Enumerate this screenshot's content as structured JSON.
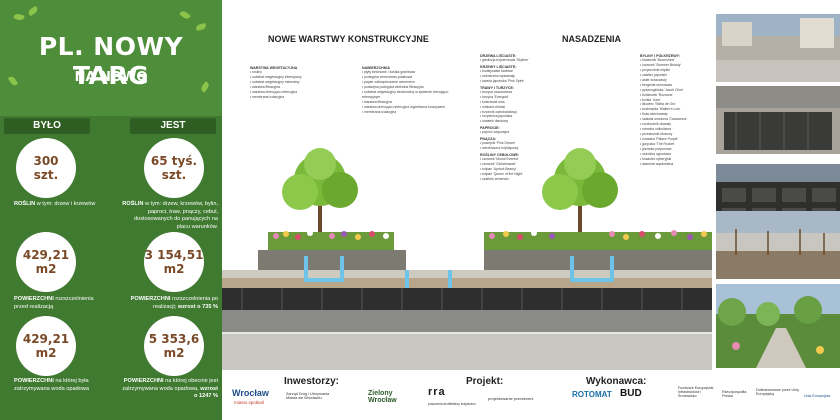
{
  "left": {
    "title": "PL. NOWY TARG",
    "subtitle": "NA NOWO",
    "col_before": "BYŁO",
    "col_now": "JEST",
    "rows": [
      {
        "before_value": "300",
        "before_unit": "szt.",
        "before_desc_bold": "ROŚLIN",
        "before_desc": " w tym: drzew i krzewów",
        "now_value": "65 tyś.",
        "now_unit": "szt.",
        "now_desc_bold": "ROŚLIN",
        "now_desc": " w tym: drzew, krzewów, bylin, paproci, traw, pnączy, cebul, dostosowanych do panujących na placu warunków."
      },
      {
        "before_value": "429,21",
        "before_unit": "m2",
        "before_desc_bold": "POWIERZCHNI",
        "before_desc": " rozszczelnienia przed realizacją",
        "now_value": "3 154,51",
        "now_unit": "m2",
        "now_desc_bold": "POWIERZCHNI",
        "now_desc": " rozszczelnienia po realizacji; ",
        "now_desc_end": "wzrost o 735 %"
      },
      {
        "before_value": "429,21",
        "before_unit": "m2",
        "before_desc_bold": "POWIERZCHNI",
        "before_desc": " na której  była zatrzymywana woda opadowa",
        "now_value": "5 353,6",
        "now_unit": "m2",
        "now_desc_bold": "POWIERZCHNI",
        "now_desc": " na której obecnie jest zatrzymywana woda opadowa, ",
        "now_desc_end": "wzrost o 1247 %"
      }
    ]
  },
  "middle": {
    "head_layers": "NOWE WARSTWY KONSTRUKCYJNE",
    "head_plants": "NASADZENIA",
    "layers_veg_title": "WARSTWA WEGETACYJNA",
    "layers_veg": [
      "rośliny",
      "substrat wegetacyjny intensywny",
      "substrat wegetacyjny mineralny",
      "warstwa filtracyjna",
      "warstwa drenująco-retencyjna",
      "membrana izolacyjna"
    ],
    "layers_paving_title": "NAWIERZCHNIA",
    "layers_paving": [
      "płyty betonowe / kostka granitowa",
      "podsypka cementowo-piaskowa",
      "papier zabezpieczenie cementem",
      "podwójna podsypka włóknina filtracyjna",
      "substrat wegetacyjny strukturalny w systemie drenująco-retencyjnym",
      "warstwa filtracyjna",
      "warstwa drenująco-retencyjna wypełniona kruszywem",
      "membrana izolacyjna"
    ],
    "plants_trees_title": "DRZEWA LIŚCIASTE:",
    "plants_trees": [
      "glediczja trójcierniowa 'Skyline'"
    ],
    "plants_shrubs_title": "KRZEWY LIŚCIASTE:",
    "plants_shrubs": [
      "budlejowate karłowe",
      "ostrokrzew wystawały",
      "tawuła japońska 'Pink Spire'"
    ],
    "plants_grass_title": "TRAWY I TURZYCE:",
    "plants_grass": [
      "turzyca oszukańcza",
      "turzyca 'Evergold'",
      "kostrzewa sina",
      "miskant chiński",
      "trzcinnik ostrokwiatowy",
      "rozplenica japońska",
      "śmiałek darniowy"
    ],
    "plants_fern_title": "PAPROCIE:",
    "plants_fern": [
      "paproć zwyczajna"
    ],
    "plants_vines_title": "PNĄCZA:",
    "plants_vines": [
      "powojnik 'Pink Dream'",
      "winobluszcz trójklapowy"
    ],
    "plants_bulbs_title": "ROŚLINY CEBULOWE:",
    "plants_bulbs": [
      "czosnek 'Mount Everest'",
      "czosnek 'Globemaster'",
      "tulipan 'Apricot Beauty'",
      "tulipan 'Queen of the Night'",
      "szafirek armeński"
    ],
    "perennials_title": "BYLINY I PÓŁKRZEWY:",
    "perennials": [
      "krwawnik 'Moonshine'",
      "czosnek 'Summer Beauty'",
      "przywrotnik miękki",
      "zawilec japoński",
      "aster krzaczasty",
      "bergenia sercowata",
      "pysznogłówka 'Jacob Cline'",
      "bodziszek 'Rozanne'",
      "funkia 'June'",
      "liliowiec 'Stella de Oro'",
      "kocimiętka 'Walker's Low'",
      "floks wiechowaty",
      "szałwia omszona 'Caradonna'",
      "rozchodnik okazały",
      "rutewka orlikolistna",
      "przetacznik kłosowy",
      "żurawka 'Palace Purple'",
      "języczka 'The Rocket'",
      "jeżówka purpurowa",
      "ostróżka ogrodowa",
      "kosaciec syberyjski",
      "lawenda wąskolistna"
    ]
  },
  "footer": {
    "investors_label": "Inwestorzy:",
    "project_label": "Projekt:",
    "contractor_label": "Wykonawca:",
    "logo_wroclaw": "Wrocław",
    "logo_wroclaw_sub": "miasto spotkań",
    "logo_zdm": "Zarząd Dróg i Utrzymania Miasta we Wrocławiu",
    "logo_zielony": "Zielony Wrocław",
    "logo_rra": "rra",
    "logo_rra_sub": "pracownia architektury krajobrazu",
    "logo_projektowanie": "projektowanie przestrzeni",
    "logo_rotomat": "ROTOMAT",
    "logo_bud": "BUD",
    "eu_fund": "Fundusze Europejskie Infrastruktura i Środowisko",
    "eu_pl": "Rzeczpospolita Polska",
    "eu_funded": "Dofinansowane przez Unię Europejską",
    "eu_union": "Unia Europejska"
  }
}
